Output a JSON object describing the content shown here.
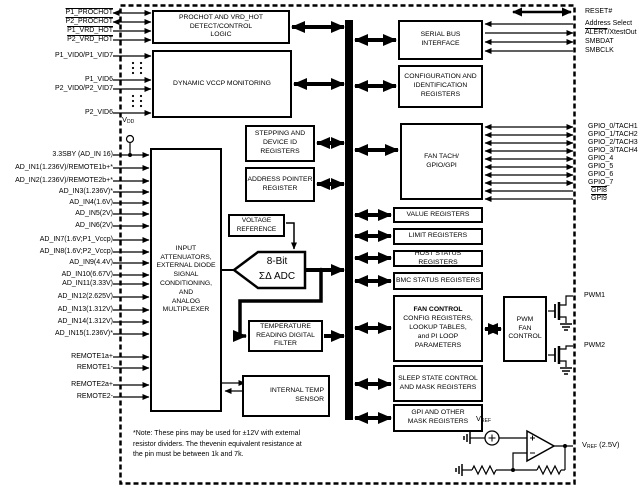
{
  "blocks": {
    "prochot_logic": "PROCHOT AND VRD_HOT\nDETECT/CONTROL\nLOGIC",
    "dynamic_vccp": "DYNAMIC VCCP MONITORING",
    "input_mux": "INPUT\nATTENUATORS,\nEXTERNAL DIODE\nSIGNAL\nCONDITIONING,\nAND\nANALOG\nMULTIPLEXER",
    "stepping_id": "STEPPING AND\nDEVICE ID\nREGISTERS",
    "address_pointer": "ADDRESS POINTER\nREGISTER",
    "voltage_reference": "VOLTAGE\nREFERENCE",
    "adc_line1": "8-Bit",
    "adc_line2": "ΣΔ ADC",
    "temp_filter": "TEMPERATURE\nREADING DIGITAL\nFILTER",
    "internal_temp": "INTERNAL TEMP\nSENSOR",
    "serial_bus": "SERIAL BUS\nINTERFACE",
    "config_id": "CONFIGURATION AND\nIDENTIFICATION\nREGISTERS",
    "fan_tach": "FAN TACH/\nGPIO/GPI",
    "value_registers": "VALUE REGISTERS",
    "limit_registers": "LIMIT REGISTERS",
    "host_status": "HOST STATUS REGISTERS",
    "bmc_status": "BMC STATUS REGISTERS",
    "fan_control_title": "FAN CONTROL",
    "fan_control_body": "CONFIG REGISTERS,\nLOOKUP TABLES,\nand PI LOOP\nPARAMETERS",
    "sleep_state": "SLEEP STATE CONTROL\nAND MASK REGISTERS",
    "gpi_mask": "GPI AND OTHER\nMASK REGISTERS",
    "pwm_fan": "PWM\nFAN\nCONTROL"
  },
  "pins_left": [
    "P1_PROCHOT",
    "P2_PROCHOT",
    "P1_VRD_HOT",
    "P2_VRD_HOT",
    "P1_VID0/P1_VID7",
    "P1_VID6",
    "P2_VID0/P2_VID7",
    "P2_VID6",
    "3.3SBY (AD_IN 16)",
    "AD_IN1(1.236V)/REMOTE1b+*",
    "AD_IN2(1.236V)/REMOTE2b+*",
    "AD_IN3(1.236V)*",
    "AD_IN4(1.6V)",
    "AD_IN5(2V)",
    "AD_IN6(2V)",
    "AD_IN7(1.6V;P1_Vccp)",
    "AD_IN8(1.6V;P2_Vccp)",
    "AD_IN9(4.4V)",
    "AD_IN10(6.67V)",
    "AD_IN11(3.33V)",
    "AD_IN12(2.625V)",
    "AD_IN13(1.312V)",
    "AD_IN14(1.312V)",
    "AD_IN15(1.236V)*",
    "REMOTE1a+",
    "REMOTE1-",
    "REMOTE2a+",
    "REMOTE2-"
  ],
  "pins_right": [
    "RESET#",
    "Address Select",
    "SMBDAT",
    "SMBCLK",
    "GPIO_0/TACH1",
    "GPIO_1/TACH2",
    "GPIO_2/TACH3",
    "GPIO_3/TACH4",
    "GPIO_4",
    "GPIO_5",
    "GPIO_6",
    "GPIO_7",
    "GPI8",
    "GPI9",
    "PWM1",
    "PWM2"
  ],
  "alert_pin": {
    "bar": "ALERT",
    "rest": "/XtestOut"
  },
  "vdd": {
    "v": "V",
    "sub": "DD"
  },
  "vref_label": {
    "v": "V",
    "sub": "REF"
  },
  "vref_out": {
    "v": "V",
    "sub": "REF",
    "rest": " (2.5V)"
  },
  "note": "*Note: These pins may be used for ±12V with external\nresistor dividers. The thevenin equivalent resistance at\nthe pin must be between 1k and 7k."
}
